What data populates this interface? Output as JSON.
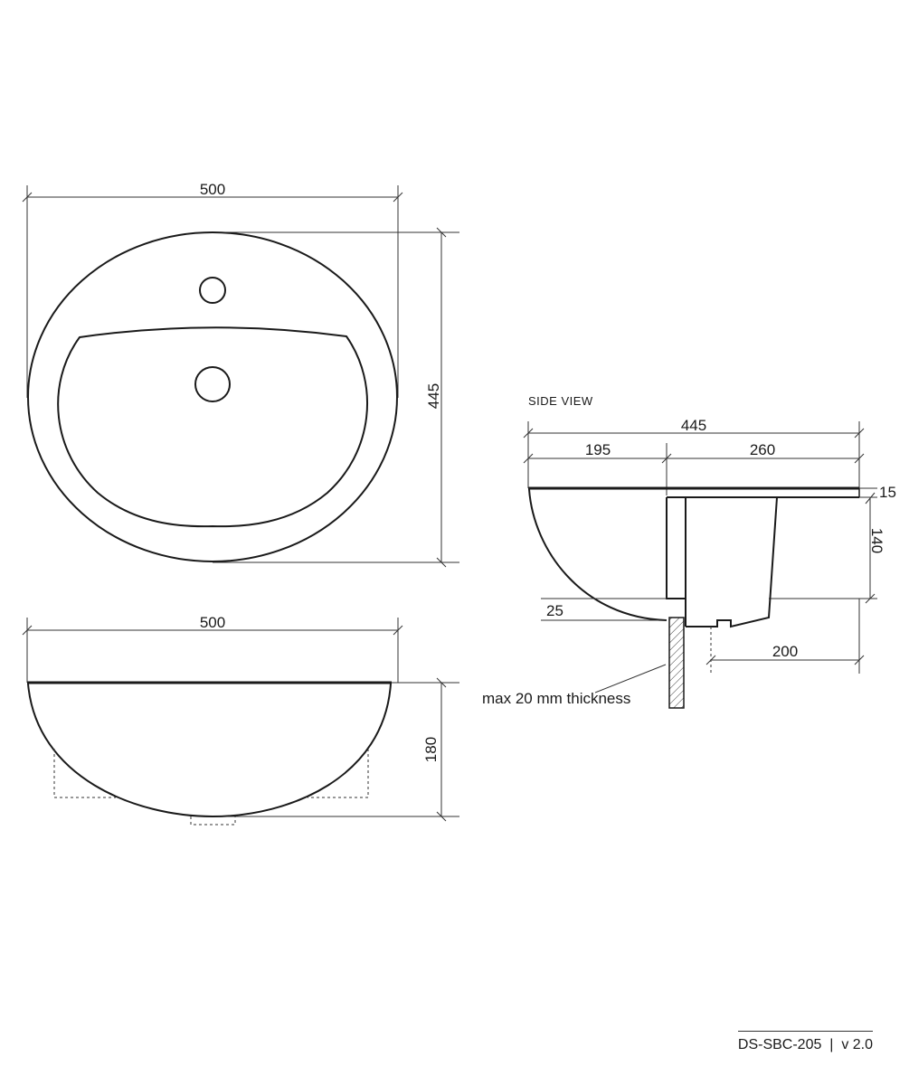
{
  "top_view": {
    "width_label": "500",
    "depth_label": "445"
  },
  "front_view": {
    "width_label": "500",
    "height_label": "180"
  },
  "side_view": {
    "title": "SIDE VIEW",
    "overall_label": "445",
    "front_label": "195",
    "rear_label": "260",
    "rim_label": "15",
    "bowl_depth_label": "140",
    "offset_label": "25",
    "waste_label": "200",
    "bench_note": "max 20 mm thickness"
  },
  "footer": {
    "doc_code": "DS-SBC-205",
    "separator": "|",
    "version": "v 2.0"
  }
}
